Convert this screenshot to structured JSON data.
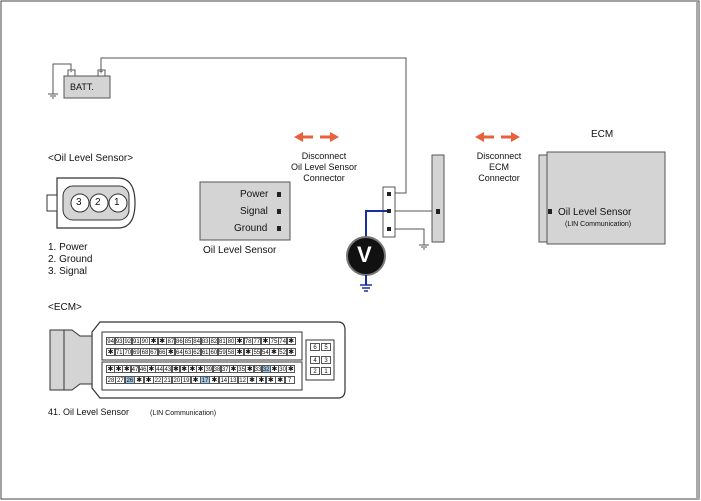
{
  "battery": {
    "label": "BATT.",
    "neg_terminal": "-",
    "pos_terminal": "+"
  },
  "oil_sensor_connector": {
    "title": "<Oil Level Sensor>",
    "pins": [
      "3",
      "2",
      "1"
    ],
    "legend": [
      "1. Power",
      "2. Ground",
      "3. Signal"
    ]
  },
  "oil_sensor_module": {
    "pins": [
      "Power",
      "Signal",
      "Ground"
    ],
    "caption": "Oil Level Sensor"
  },
  "disconnect_sensor": [
    "Disconnect",
    "Oil Level Sensor",
    "Connector"
  ],
  "disconnect_ecm": [
    "Disconnect",
    "ECM",
    "Connector"
  ],
  "voltmeter": {
    "symbol": "V"
  },
  "ecm": {
    "title": "ECM",
    "pin_label": "Oil Level Sensor",
    "pin_sublabel": "(LIN Communication)"
  },
  "ecm_connector": {
    "title": "<ECM>",
    "row1": [
      "94",
      "93",
      "92",
      "91",
      "90",
      "✱",
      "✱",
      "87",
      "86",
      "85",
      "84",
      "83",
      "82",
      "81",
      "80",
      "✱",
      "78",
      "77",
      "✱",
      "75",
      "74",
      "✱"
    ],
    "row2": [
      "✱",
      "71",
      "70",
      "69",
      "68",
      "67",
      "66",
      "✱",
      "64",
      "63",
      "62",
      "61",
      "60",
      "59",
      "58",
      "✱",
      "✱",
      "55",
      "54",
      "✱",
      "52",
      "✱"
    ],
    "row3": [
      "✱",
      "✱",
      "✱",
      "47",
      "46",
      "✱",
      "44",
      "43",
      "✱",
      "✱",
      "✱",
      "✱",
      "39",
      "38",
      "37",
      "✱",
      "35",
      "✱",
      "33",
      "32",
      "✱",
      "30",
      "✱"
    ],
    "row4": [
      "28",
      "27",
      "26",
      "✱",
      "✱",
      "22",
      "21",
      "20",
      "19",
      "✱",
      "17",
      "✱",
      "14",
      "13",
      "12",
      "✱",
      "✱",
      "✱",
      "✱",
      "7"
    ],
    "side_top": [
      [
        "6",
        "5"
      ]
    ],
    "side_bottom": [
      [
        "4",
        "3"
      ],
      [
        "2",
        "1"
      ]
    ],
    "highlighted": [
      "26",
      "17",
      "32"
    ],
    "footnote_main": "41. Oil Level Sensor",
    "footnote_sub": "(LIN Communication)"
  },
  "colors": {
    "wire": "#555555",
    "signal_wire": "#1a2f9e",
    "arrow": "#e8603c",
    "gray": "#d4d4d4",
    "highlight": "#9ec7e8"
  }
}
